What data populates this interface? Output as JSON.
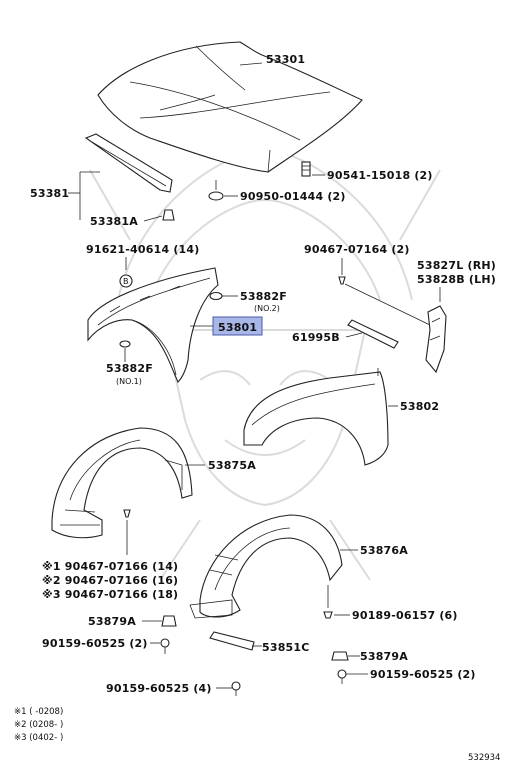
{
  "labels": {
    "hood": "53301",
    "hood_bolt": "90541-15018 (2)",
    "hood_cushion": "90950-01444 (2)",
    "seal": "53381",
    "seal_clip": "53381A",
    "fender_clip_top": "91621-40614 (14)",
    "b_marker": "B",
    "fender_mount_no2": "53882F",
    "no2": "(NO.2)",
    "fender_left": "53801",
    "fender_mount_no1": "53882F",
    "no1": "(NO.1)",
    "screw_upper": "90467-07164 (2)",
    "bracket_rh": "53827L (RH)",
    "bracket_lh": "53828B (LH)",
    "seal_strip": "61995B",
    "fender_right": "53802",
    "liner_left": "53875A",
    "liner_right": "53876A",
    "screw_note1": "※1 90467-07166 (14)",
    "screw_note2": "※2 90467-07166 (16)",
    "screw_note3": "※3 90467-07166 (18)",
    "splash_left": "53879A",
    "clip_left": "90159-60525 (2)",
    "panel_center": "53851C",
    "nut_right": "90189-06157 (6)",
    "splash_right": "53879A",
    "clip_right": "90159-60525 (2)",
    "clip_bottom": "90159-60525 (4)",
    "legend1": "※1 (      -0208)",
    "legend2": "※2 (0208-      )",
    "legend3": "※3 (0402-      )",
    "diagram_id": "532934"
  },
  "colors": {
    "highlight": "#a9b7e8",
    "highlight_border": "#4a5aa8",
    "line": "#222222",
    "watermark": "#bdbdbd"
  }
}
